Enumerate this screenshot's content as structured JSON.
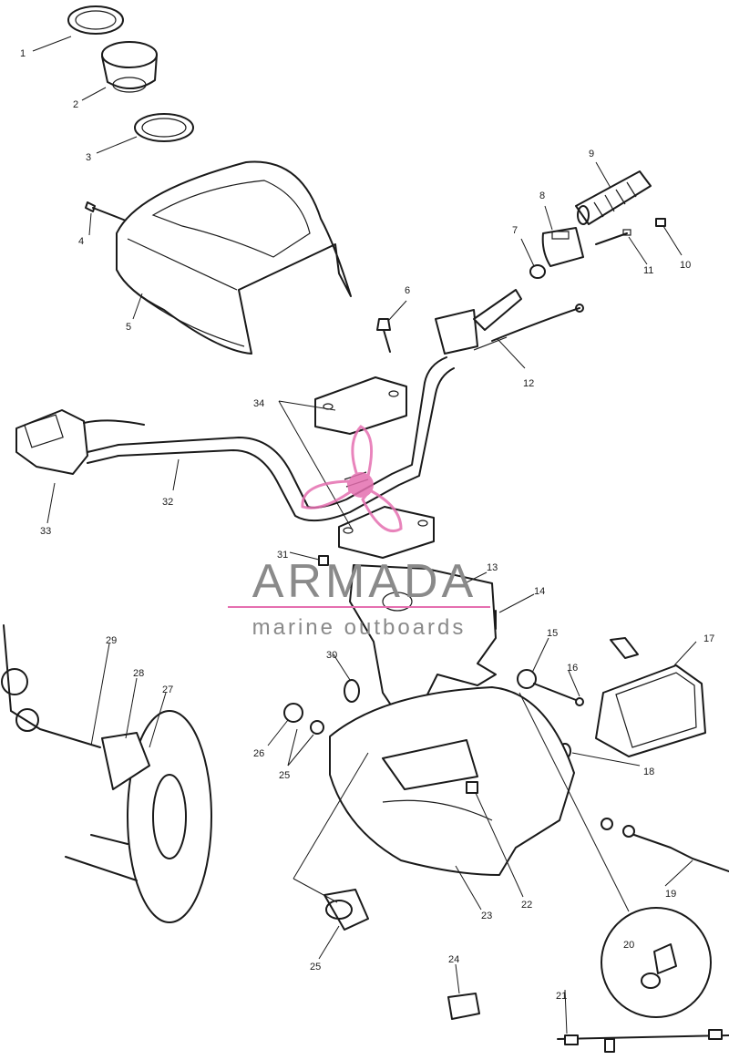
{
  "watermark": {
    "brand": "ARMADA",
    "tagline": "marine outboards",
    "brand_color": "#8a8a8a",
    "accent_color": "#e56fb0"
  },
  "callouts": [
    "1",
    "2",
    "3",
    "4",
    "5",
    "6",
    "7",
    "8",
    "9",
    "10",
    "11",
    "12",
    "13",
    "14",
    "15",
    "16",
    "17",
    "18",
    "19",
    "20",
    "21",
    "22",
    "23",
    "24",
    "25",
    "25",
    "26",
    "27",
    "28",
    "29",
    "30",
    "31",
    "32",
    "33",
    "34"
  ]
}
